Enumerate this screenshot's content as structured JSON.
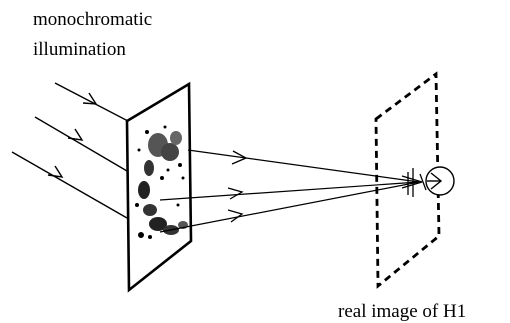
{
  "labels": {
    "illumination_line1": "monochromatic",
    "illumination_line2": "illumination",
    "image_caption": "real image of H1"
  },
  "colors": {
    "ink": "#000000",
    "background": "#ffffff"
  },
  "icons": [
    "incoming-ray-arrow",
    "hologram-plate",
    "image-plane-dashed",
    "eye-icon"
  ]
}
